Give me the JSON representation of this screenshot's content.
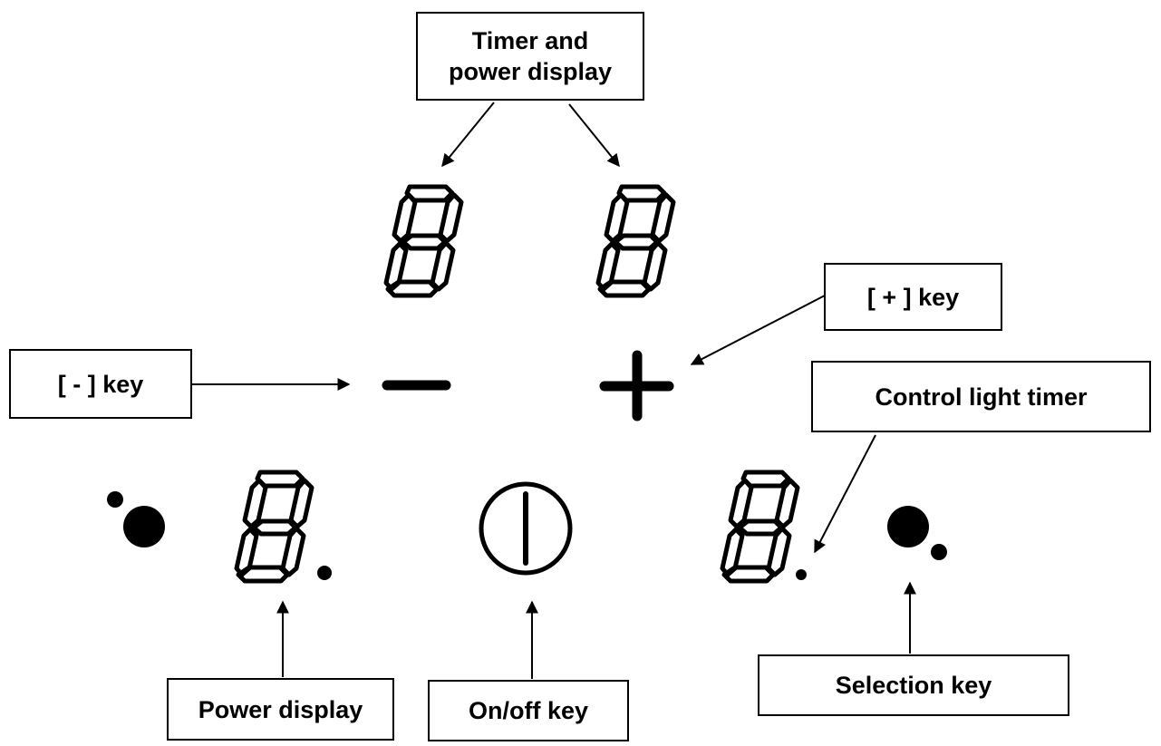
{
  "labels": {
    "timer_power_display": "Timer and\npower display",
    "plus_key": "[ + ] key",
    "minus_key": "[ - ] key",
    "control_light_timer": "Control light timer",
    "power_display": "Power display",
    "on_off_key": "On/off key",
    "selection_key": "Selection key"
  },
  "colors": {
    "ink": "#000000",
    "background": "#ffffff"
  },
  "icons": {
    "seven_segment": "seven-segment-digit-icon",
    "minus": "minus-icon",
    "plus": "plus-icon",
    "power": "power-icon",
    "selection": "selection-key-icon"
  }
}
